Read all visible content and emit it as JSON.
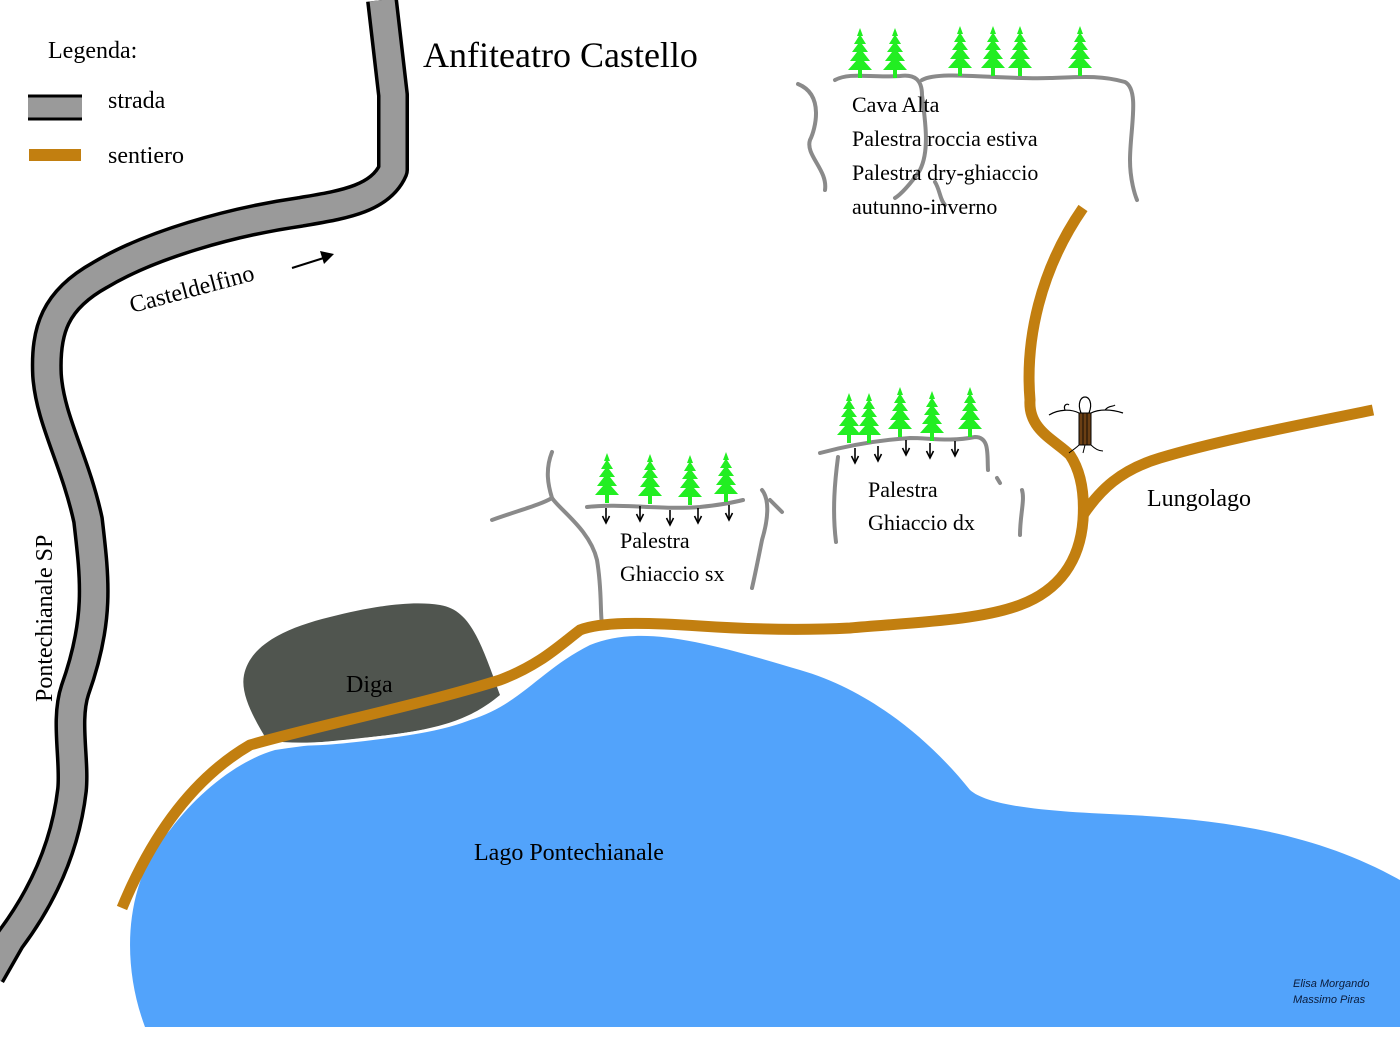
{
  "title": "Anfiteatro Castello",
  "legend": {
    "heading": "Legenda:",
    "items": [
      {
        "key": "road",
        "label": "strada",
        "fill": "#9a9a9a",
        "stroke": "#000000"
      },
      {
        "key": "trail",
        "label": "sentiero",
        "color": "#c27f10"
      }
    ]
  },
  "colors": {
    "road_fill": "#9a9a9a",
    "road_outline": "#000000",
    "trail": "#c27f10",
    "lake": "#52a3fb",
    "dam": "#50554f",
    "tree": "#22ee22",
    "rock_line": "#8a8a8a",
    "trunk": "#6b3f14"
  },
  "labels": {
    "road_name": "Pontechianale SP",
    "direction": "Casteldelfino",
    "dam": "Diga",
    "lake": "Lago Pontechianale",
    "lakeside": "Lungolago"
  },
  "sectors": [
    {
      "id": "cava-alta",
      "lines": [
        "Cava Alta",
        "Palestra roccia estiva",
        "Palestra dry-ghiaccio",
        "autunno-inverno"
      ],
      "trees": 6
    },
    {
      "id": "ghiaccio-sx",
      "lines": [
        "Palestra",
        "Ghiaccio sx"
      ],
      "trees": 4,
      "arrows": 5
    },
    {
      "id": "ghiaccio-dx",
      "lines": [
        "Palestra",
        "Ghiaccio dx"
      ],
      "trees": 5,
      "arrows": 5
    }
  ],
  "landmark": {
    "name": "tree-landmark"
  },
  "credits": [
    "Elisa Morgando",
    "Massimo Piras"
  ]
}
